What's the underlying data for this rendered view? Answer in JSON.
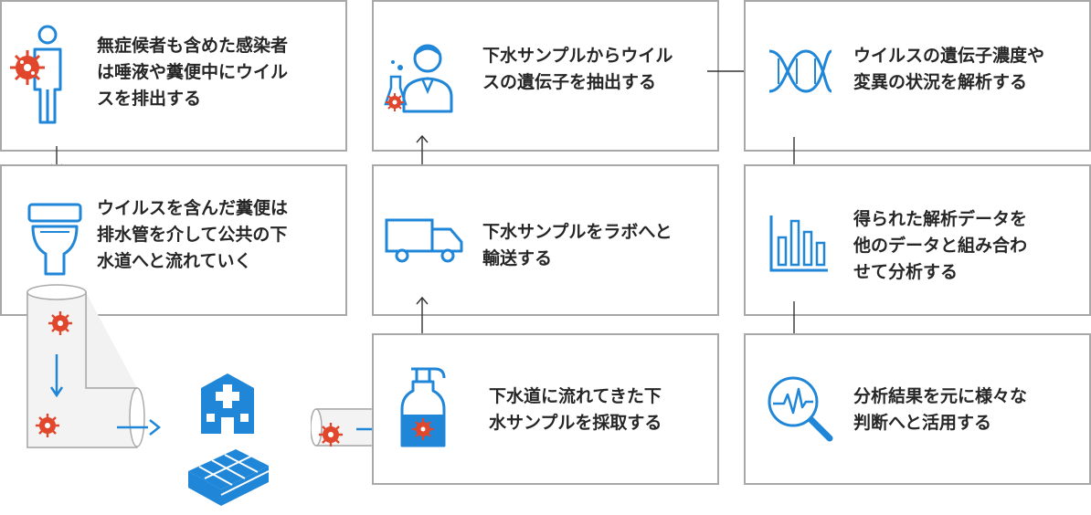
{
  "colors": {
    "accent": "#1f86d8",
    "virus": "#e0472d",
    "border": "#a8a8a8",
    "text": "#262626"
  },
  "steps": [
    {
      "lines": [
        "無症候者も含めた感染者",
        "は唾液や糞便中にウイル",
        "スを排出する"
      ],
      "icon": "infected-person-icon"
    },
    {
      "lines": [
        "ウイルスを含んだ糞便は",
        "排水管を介して公共の下",
        "水道へと流れていく"
      ],
      "icon": "toilet-icon"
    },
    {
      "lines": [
        "下水道に流れてきた下",
        "水サンプルを採取する"
      ],
      "icon": "sample-bottle-icon"
    },
    {
      "lines": [
        "下水サンプルをラボへと",
        "輸送する"
      ],
      "icon": "truck-icon"
    },
    {
      "lines": [
        "下水サンプルからウイル",
        "スの遺伝子を抽出する"
      ],
      "icon": "scientist-icon"
    },
    {
      "lines": [
        "ウイルスの遺伝子濃度や",
        "変異の状況を解析する"
      ],
      "icon": "dna-icon"
    },
    {
      "lines": [
        "得られた解析データを",
        "他のデータと組み合わ",
        "せて分析する"
      ],
      "icon": "bar-chart-icon"
    },
    {
      "lines": [
        "分析結果を元に様々な",
        "判断へと活用する"
      ],
      "icon": "magnifier-wave-icon"
    }
  ],
  "illustrations": [
    "sewer-pipe-icon",
    "hospital-icon",
    "building-icon"
  ]
}
